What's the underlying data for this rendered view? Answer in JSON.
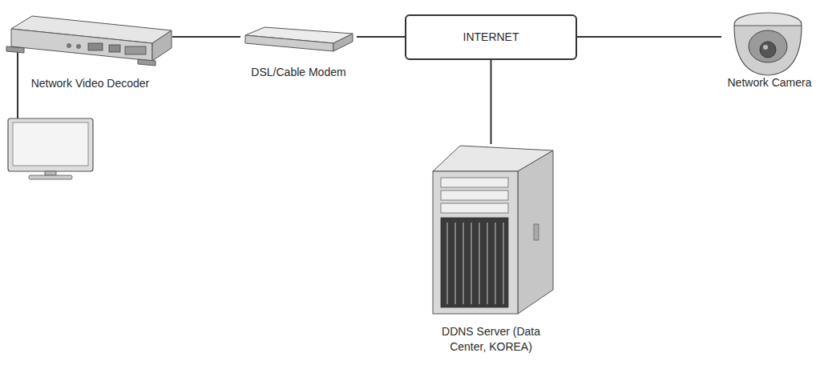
{
  "diagram": {
    "nodes": [
      {
        "text": [
          "Network Video Decoder"
        ]
      },
      {
        "text": [
          "DSL/Cable Modem"
        ]
      },
      {
        "text": [
          "INTERNET"
        ]
      },
      {
        "text": [
          "Network Camera"
        ]
      },
      {
        "text": [
          "DDNS Server (Data Center, KOREA)"
        ]
      }
    ],
    "edges": [
      {
        "from": 0,
        "to": 1,
        "arrow": "none"
      },
      {
        "from": 1,
        "to": 2,
        "arrow": "none"
      },
      {
        "from": 2,
        "to": 3,
        "arrow": "none"
      },
      {
        "from": 2,
        "to": 4,
        "arrow": "none"
      }
    ]
  }
}
